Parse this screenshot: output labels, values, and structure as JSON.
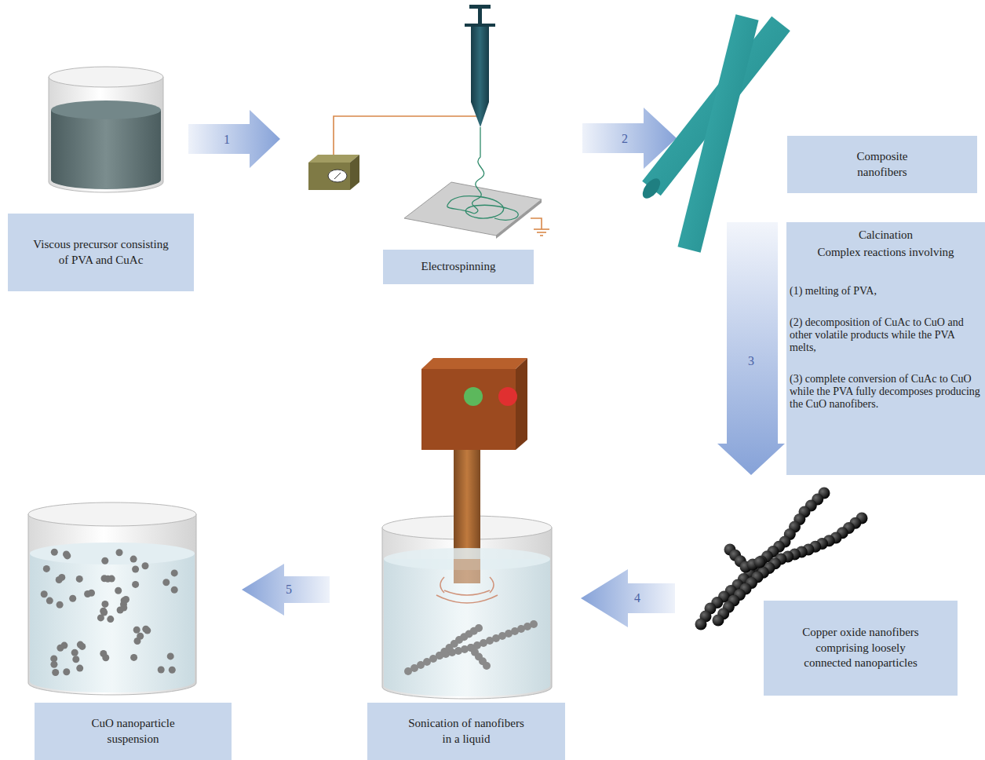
{
  "diagram": {
    "nodes": [
      {
        "text": [
          "Viscous precursor consisting of PVA and CuAc"
        ]
      },
      {
        "text": [
          "Electrospinning"
        ]
      },
      {
        "text": [
          "Composite nanofibers"
        ]
      },
      {
        "text": [
          "Calcination",
          "Complex reactions involving",
          "(1) melting of PVA,",
          "(2) decomposition of CuAc to CuO and other volatile products while the PVA melts,",
          "(3) complete conversion of CuAc to CuO while the PVA fully decomposes producing the CuO nanofibers."
        ]
      },
      {
        "text": [
          "Copper oxide nanofibers comprising loosely connected nanoparticles"
        ]
      },
      {
        "text": [
          "Sonication of nanofibers in a liquid"
        ]
      },
      {
        "text": [
          "CuO nanoparticle suspension"
        ]
      }
    ],
    "labels": [
      "1",
      "2",
      "3",
      "4",
      "5"
    ]
  }
}
